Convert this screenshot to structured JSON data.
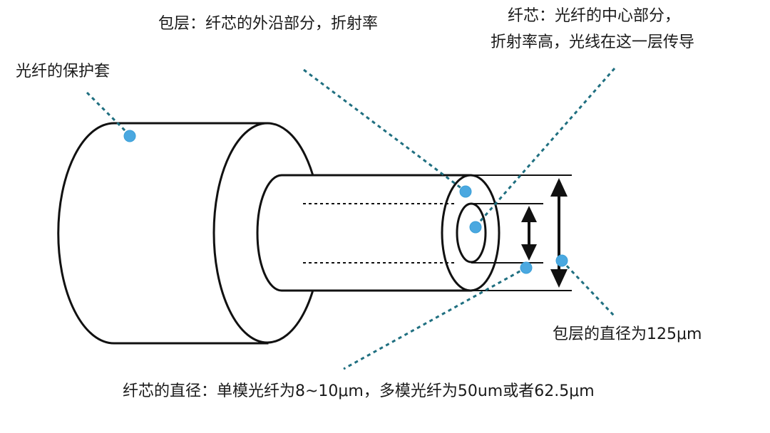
{
  "labels": {
    "jacket": "光纤的保护套",
    "cladding": "包层：纤芯的外沿部分，折射率",
    "core_line1": "纤芯：光纤的中心部分，",
    "core_line2": "折射率高，光线在这一层传导",
    "cladding_diameter": "包层的直径为125μm",
    "core_diameter": "纤芯的直径：单模光纤为8~10μm，多模光纤为50um或者62.5μm"
  },
  "colors": {
    "marker": "#4aa8e0",
    "leader": "#1f6f80",
    "outline": "#111111"
  }
}
